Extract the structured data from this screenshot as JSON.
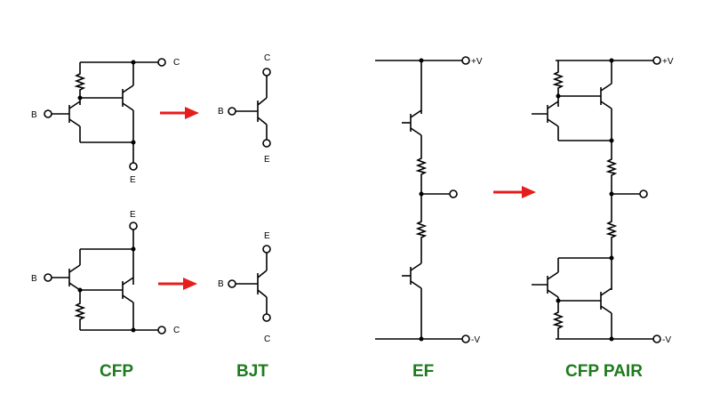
{
  "captions": {
    "cfp": "CFP",
    "bjt": "BJT",
    "ef": "EF",
    "cfp_pair": "CFP PAIR"
  },
  "pins": {
    "c": "C",
    "b": "B",
    "e": "E",
    "vpos": "+V",
    "vneg": "-V"
  },
  "colors": {
    "caption": "#1e7a1e",
    "arrow": "#e51d1d",
    "wire": "#000000"
  }
}
